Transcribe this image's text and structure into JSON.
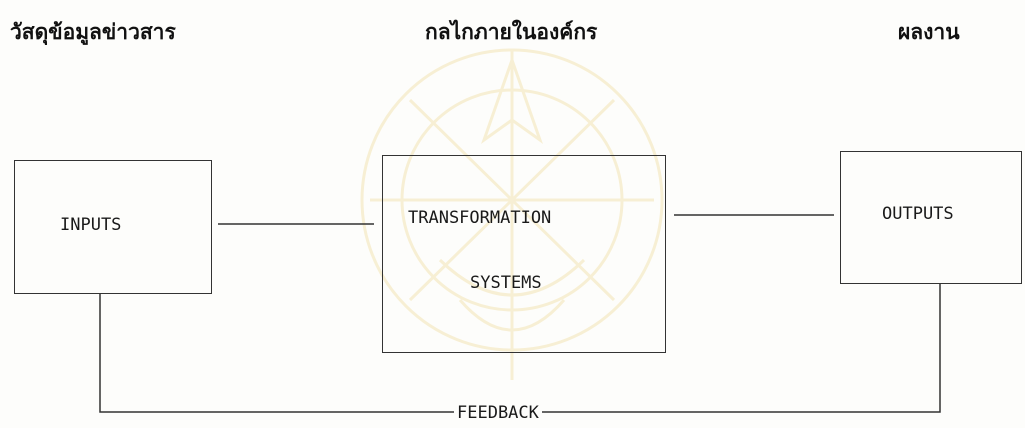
{
  "headings": {
    "inputs": "วัสดุข้อมูลข่าวสาร",
    "transformation": "กลไกภายในองค์กร",
    "outputs": "ผลงาน"
  },
  "boxes": {
    "inputs": "INPUTS",
    "transformation_line1": "TRANSFORMATION",
    "transformation_line2": "SYSTEMS",
    "outputs": "OUTPUTS"
  },
  "feedback_label": "FEEDBACK",
  "colors": {
    "ink": "#1a1a1a",
    "watermark": "#f3e6b8"
  }
}
